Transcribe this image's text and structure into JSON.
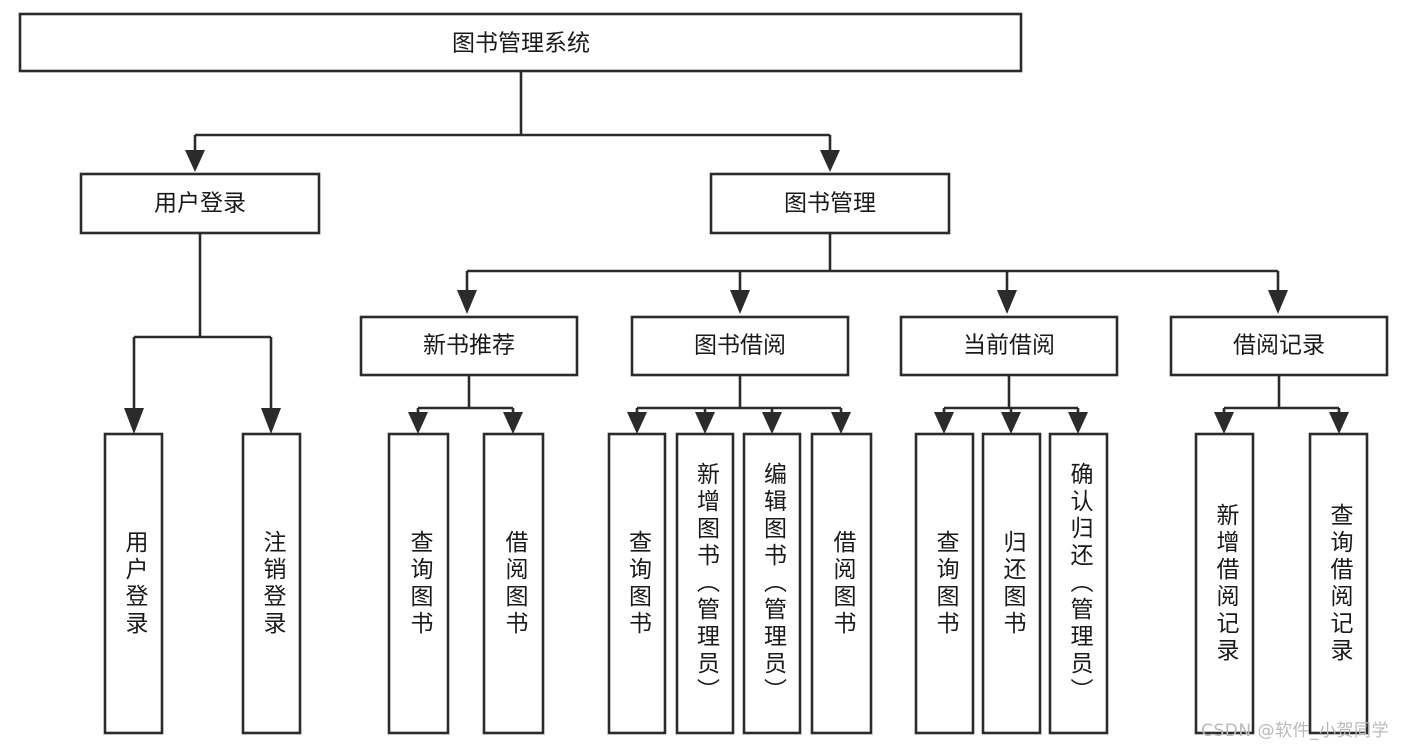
{
  "diagram": {
    "type": "tree-hierarchy",
    "title": "图书管理系统",
    "theme": {
      "box_fill": "#ffffff",
      "box_stroke": "#2b2b2b",
      "text_color": "#1a1a1a",
      "background": "#ffffff",
      "watermark_color": "#b9b9b9"
    },
    "root": {
      "label": "图书管理系统",
      "level": 0
    },
    "level1": [
      {
        "label": "用户登录"
      },
      {
        "label": "图书管理"
      }
    ],
    "level2": [
      {
        "label": "新书推荐",
        "parent": "图书管理"
      },
      {
        "label": "图书借阅",
        "parent": "图书管理"
      },
      {
        "label": "当前借阅",
        "parent": "图书管理"
      },
      {
        "label": "借阅记录",
        "parent": "图书管理"
      }
    ],
    "leaves": {
      "用户登录": [
        {
          "label": "用户登录"
        },
        {
          "label": "注销登录"
        }
      ],
      "新书推荐": [
        {
          "label": "查询图书"
        },
        {
          "label": "借阅图书"
        }
      ],
      "图书借阅": [
        {
          "label": "查询图书"
        },
        {
          "label": "新增图书（管理员）"
        },
        {
          "label": "编辑图书（管理员）"
        },
        {
          "label": "借阅图书"
        }
      ],
      "当前借阅": [
        {
          "label": "查询图书"
        },
        {
          "label": "归还图书"
        },
        {
          "label": "确认归还（管理员）"
        }
      ],
      "借阅记录": [
        {
          "label": "新增借阅记录"
        },
        {
          "label": "查询借阅记录"
        }
      ]
    }
  },
  "watermark": {
    "text": "CSDN @软件_小贺同学"
  }
}
